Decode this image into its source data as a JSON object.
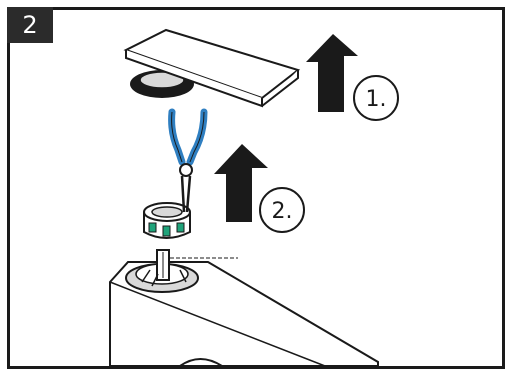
{
  "step_number": "2",
  "callouts": [
    {
      "id": "1",
      "text": "1."
    },
    {
      "id": "2",
      "text": "2."
    }
  ],
  "colors": {
    "outline": "#1a1a1a",
    "arrow_fill": "#1a1a1a",
    "badge_bg": "#2b2b2b",
    "plier_grip": "#2f7fc1",
    "collar_accent": "#1fa37a",
    "part_fill": "#ffffff",
    "shade": "#d9d9d9"
  },
  "icons": [
    "handle-lever",
    "needle-nose-pliers",
    "retaining-collar",
    "valve-stem",
    "faucet-body",
    "lift-arrow"
  ]
}
